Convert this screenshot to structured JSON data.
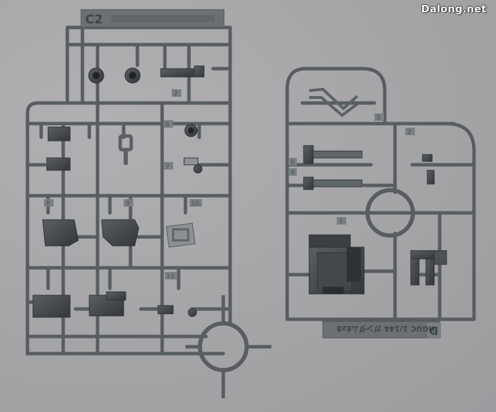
{
  "watermark": "Dalong.net",
  "left_sprue": {
    "tag_code": "C2",
    "part_numbers": [
      "2",
      "6",
      "7",
      "8",
      "9",
      "10",
      "13"
    ]
  },
  "right_sprue": {
    "tag_code": "D",
    "tag_label": "HGUC 1/144 ガンダムEz8",
    "part_numbers": [
      "2",
      "3",
      "4",
      "5",
      "6"
    ]
  },
  "colors": {
    "background": "#a7a7a9",
    "plastic": "#5b6064",
    "plastic_dark": "#3e4246"
  }
}
